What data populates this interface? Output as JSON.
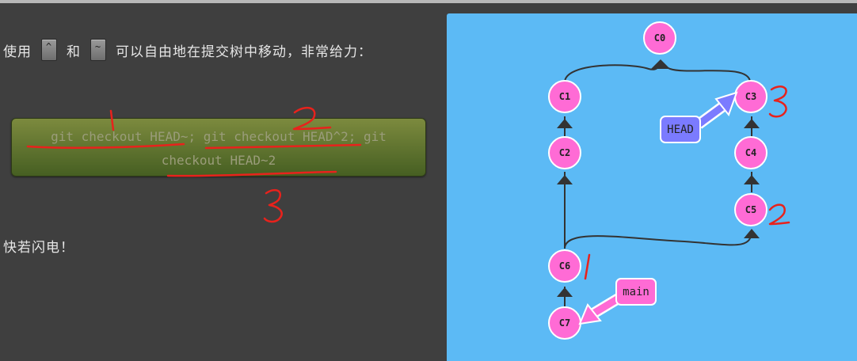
{
  "instructions": {
    "line1_prefix": "使用",
    "key1": "^",
    "line1_mid": "和",
    "key2": "~",
    "line1_suffix": "可以自由地在提交树中移动，非常给力：",
    "command_line1": "git checkout HEAD~; git checkout HEAD^2; git",
    "command_line2": "checkout HEAD~2",
    "line2": "快若闪电！"
  },
  "handwritten_annotations": {
    "left_marks": [
      "1",
      "2",
      "3"
    ],
    "right_marks": [
      "3",
      "2",
      "1"
    ]
  },
  "colors": {
    "page_bg": "#3f3f3f",
    "viz_bg": "#5cbaf5",
    "commit_fill": "#ff6bd5",
    "head_ref_fill": "#7b7bff",
    "main_ref_fill": "#ff6bd5",
    "annotation_red": "#e8221c"
  },
  "commit_graph": {
    "commits": [
      "C0",
      "C1",
      "C2",
      "C3",
      "C4",
      "C5",
      "C6",
      "C7"
    ],
    "refs": {
      "head": {
        "label": "HEAD",
        "target": "C3"
      },
      "main": {
        "label": "main",
        "target": "C7"
      }
    }
  }
}
